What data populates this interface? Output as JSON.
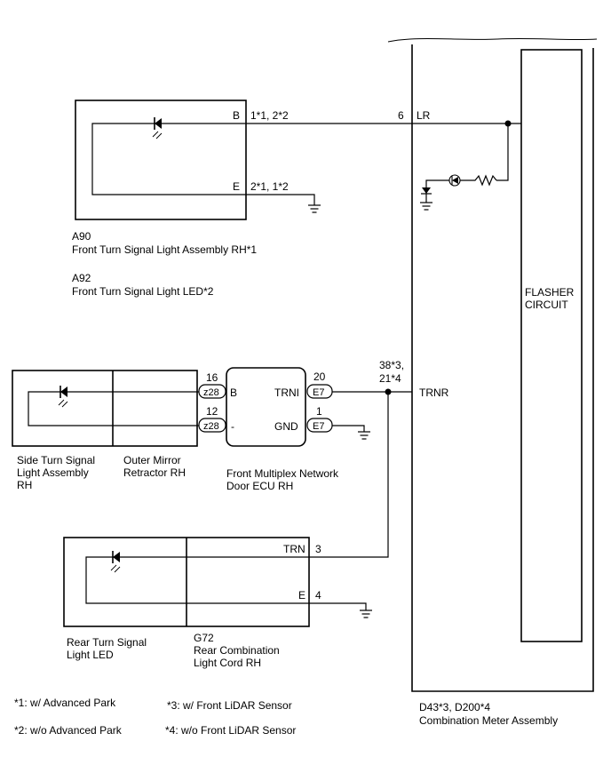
{
  "meter": {
    "flasher_line1": "FLASHER",
    "flasher_line2": "CIRCUIT",
    "connector_code": "D43*3, D200*4",
    "name": "Combination Meter Assembly",
    "pin_lr_number": "6",
    "pin_lr_name": "LR",
    "pin_trnr_name": "TRNR"
  },
  "front_lamp": {
    "code1": "A90",
    "name1": "Front Turn  Signal Light Assembly RH*1",
    "code2": "A92",
    "name2": "Front Turn  Signal Light LED*2",
    "pin_b_label": "B",
    "pin_b_numbers": "1*1, 2*2",
    "pin_e_label": "E",
    "pin_e_numbers": "2*1, 1*2"
  },
  "side_lamp": {
    "name_line1": "Side Turn Signal",
    "name_line2": "Light Assembly",
    "name_line3": "RH"
  },
  "mirror": {
    "name_line1": "Outer Mirror",
    "name_line2": "Retractor RH",
    "connector": "z28",
    "pin_b_number": "16",
    "pin_minus_number": "12"
  },
  "door_ecu": {
    "name_line1": "Front Multiplex Network",
    "name_line2": "Door ECU RH",
    "pin_b": "B",
    "pin_minus": "-",
    "pin_trni": "TRNI",
    "pin_gnd": "GND",
    "connector": "E7",
    "trni_number": "20",
    "gnd_number": "1"
  },
  "junction": {
    "line1": "38*3,",
    "line2": "21*4"
  },
  "rear_lamp": {
    "name_line1": "Rear Turn  Signal",
    "name_line2": "Light LED",
    "code": "G72",
    "cord_line1": "Rear Combination",
    "cord_line2": "Light Cord RH",
    "pin_trn_label": "TRN",
    "pin_trn_number": "3",
    "pin_e_label": "E",
    "pin_e_number": "4"
  },
  "notes": {
    "n1": "*1: w/ Advanced Park",
    "n2": "*2: w/o Advanced Park",
    "n3": "*3: w/ Front LiDAR Sensor",
    "n4": "*4: w/o Front LiDAR Sensor"
  }
}
